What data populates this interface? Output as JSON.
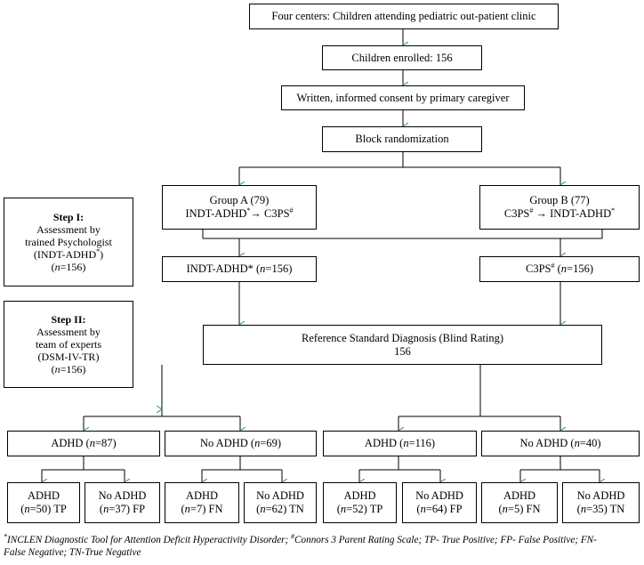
{
  "top": {
    "centers": "Four centers: Children attending pediatric out-patient clinic",
    "enrolled": "Children enrolled: 156",
    "consent": "Written, informed consent by primary caregiver",
    "randomization": "Block randomization"
  },
  "groups": {
    "a": {
      "title": "Group A (79)",
      "seq_pre": "INDT-ADHD",
      "sup1": "*",
      "arrow": "→",
      "seq_post": "C3PS",
      "sup2": "#"
    },
    "b": {
      "title": "Group B (77)",
      "seq_pre": "C3PS",
      "sup1": "#",
      "arrow": "→",
      "seq_post": "INDT-ADHD",
      "sup2": "*"
    }
  },
  "tests": {
    "indt": {
      "pre": "INDT-ADHD* (",
      "n": "n",
      "post": "=156)"
    },
    "c3ps": {
      "pre": "C3PS",
      "sup": "#",
      "post_pre": " (",
      "n": "n",
      "post": "=156)"
    }
  },
  "steps": {
    "one": {
      "title": "Step I:",
      "l1": "Assessment by",
      "l2": "trained Psychologist",
      "l3_pre": "(INDT-ADHD",
      "l3_sup": "*",
      "l3_post": ")",
      "n_pre": "(",
      "n": "n",
      "n_post": "=156)"
    },
    "two": {
      "title": "Step II:",
      "l1": "Assessment by",
      "l2": "team of experts",
      "l3": "(DSM-IV-TR)",
      "n_pre": "(",
      "n": "n",
      "n_post": "=156)"
    }
  },
  "reference": {
    "line1": "Reference Standard Diagnosis (Blind Rating)",
    "line2": "156"
  },
  "level2": [
    {
      "label": "ADHD  (",
      "n": "n",
      "value": "=87)"
    },
    {
      "label": "No ADHD (",
      "n": "n",
      "value": "=69)"
    },
    {
      "label": "ADHD  (",
      "n": "n",
      "value": "=116)"
    },
    {
      "label": "No ADHD (",
      "n": "n",
      "value": "=40)"
    }
  ],
  "level3": [
    {
      "label": "ADHD",
      "pre": "(",
      "n": "n",
      "value": "=50) TP"
    },
    {
      "label": "No ADHD",
      "pre": "(",
      "n": "n",
      "value": "=37) FP"
    },
    {
      "label": "ADHD",
      "pre": "(",
      "n": "n",
      "value": "=7) FN"
    },
    {
      "label": "No ADHD",
      "pre": "(",
      "n": "n",
      "value": "=62) TN"
    },
    {
      "label": "ADHD",
      "pre": "(",
      "n": "n",
      "value": "=52) TP"
    },
    {
      "label": "No ADHD",
      "pre": "(",
      "n": "n",
      "value": "=64) FP"
    },
    {
      "label": "ADHD",
      "pre": "(",
      "n": "n",
      "value": "=5) FN"
    },
    {
      "label": "No ADHD",
      "pre": "(",
      "n": "n",
      "value": "=35) TN"
    }
  ],
  "footnote": {
    "s1": "*",
    "t1": "INCLEN Diagnostic Tool for Attention Deficit Hyperactivity Disorder; ",
    "s2": "#",
    "t2": "Connors 3 Parent Rating Scale; TP- True Positive; FP- False Positive; FN-",
    "t3": "False Negative; TN-True Negative"
  },
  "colors": {
    "arrow": "#2e8b8b",
    "line": "#000000"
  }
}
